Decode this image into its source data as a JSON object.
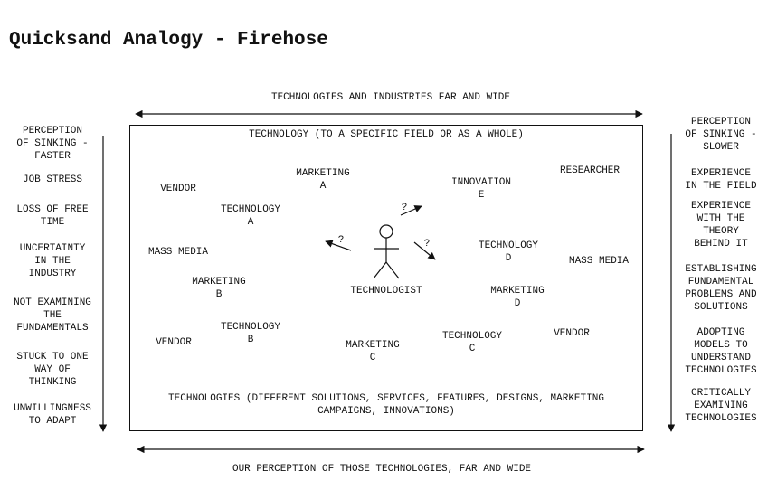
{
  "title": "Quicksand Analogy - Firehose",
  "top_caption": "TECHNOLOGIES AND INDUSTRIES FAR AND WIDE",
  "bottom_caption": "OUR PERCEPTION OF THOSE TECHNOLOGIES, FAR AND WIDE",
  "box": {
    "header": "TECHNOLOGY (TO A SPECIFIC FIELD OR AS A WHOLE)",
    "footer": "TECHNOLOGIES (DIFFERENT SOLUTIONS, SERVICES, FEATURES, DESIGNS, MARKETING\nCAMPAIGNS, INNOVATIONS)",
    "center": "TECHNOLOGIST",
    "question_marks": [
      "?",
      "?",
      "?"
    ],
    "items": {
      "vendor_1": "VENDOR",
      "marketing_a": "MARKETING\nA",
      "innovation_e": "INNOVATION\nE",
      "researcher": "RESEARCHER",
      "technology_a": "TECHNOLOGY\nA",
      "mass_media_1": "MASS MEDIA",
      "technology_d": "TECHNOLOGY\nD",
      "mass_media_2": "MASS MEDIA",
      "marketing_b": "MARKETING\nB",
      "marketing_d": "MARKETING\nD",
      "technology_b": "TECHNOLOGY\nB",
      "vendor_2": "VENDOR",
      "technology_c": "TECHNOLOGY\nC",
      "vendor_3": "VENDOR",
      "marketing_c": "MARKETING\nC"
    }
  },
  "left_column": [
    "PERCEPTION\nOF SINKING -\nFASTER",
    "JOB STRESS",
    "LOSS OF FREE\nTIME",
    "UNCERTAINTY\nIN THE\nINDUSTRY",
    "NOT EXAMINING\nTHE\nFUNDAMENTALS",
    "STUCK TO ONE\nWAY OF\nTHINKING",
    "UNWILLINGNESS\nTO ADAPT"
  ],
  "right_column": [
    "PERCEPTION\nOF SINKING -\nSLOWER",
    "EXPERIENCE\nIN THE FIELD",
    "EXPERIENCE\nWITH THE\nTHEORY\nBEHIND IT",
    "ESTABLISHING\nFUNDAMENTAL\nPROBLEMS AND\nSOLUTIONS",
    "ADOPTING\nMODELS TO\nUNDERSTAND\nTECHNOLOGIES",
    "CRITICALLY\nEXAMINING\nTECHNOLOGIES"
  ]
}
